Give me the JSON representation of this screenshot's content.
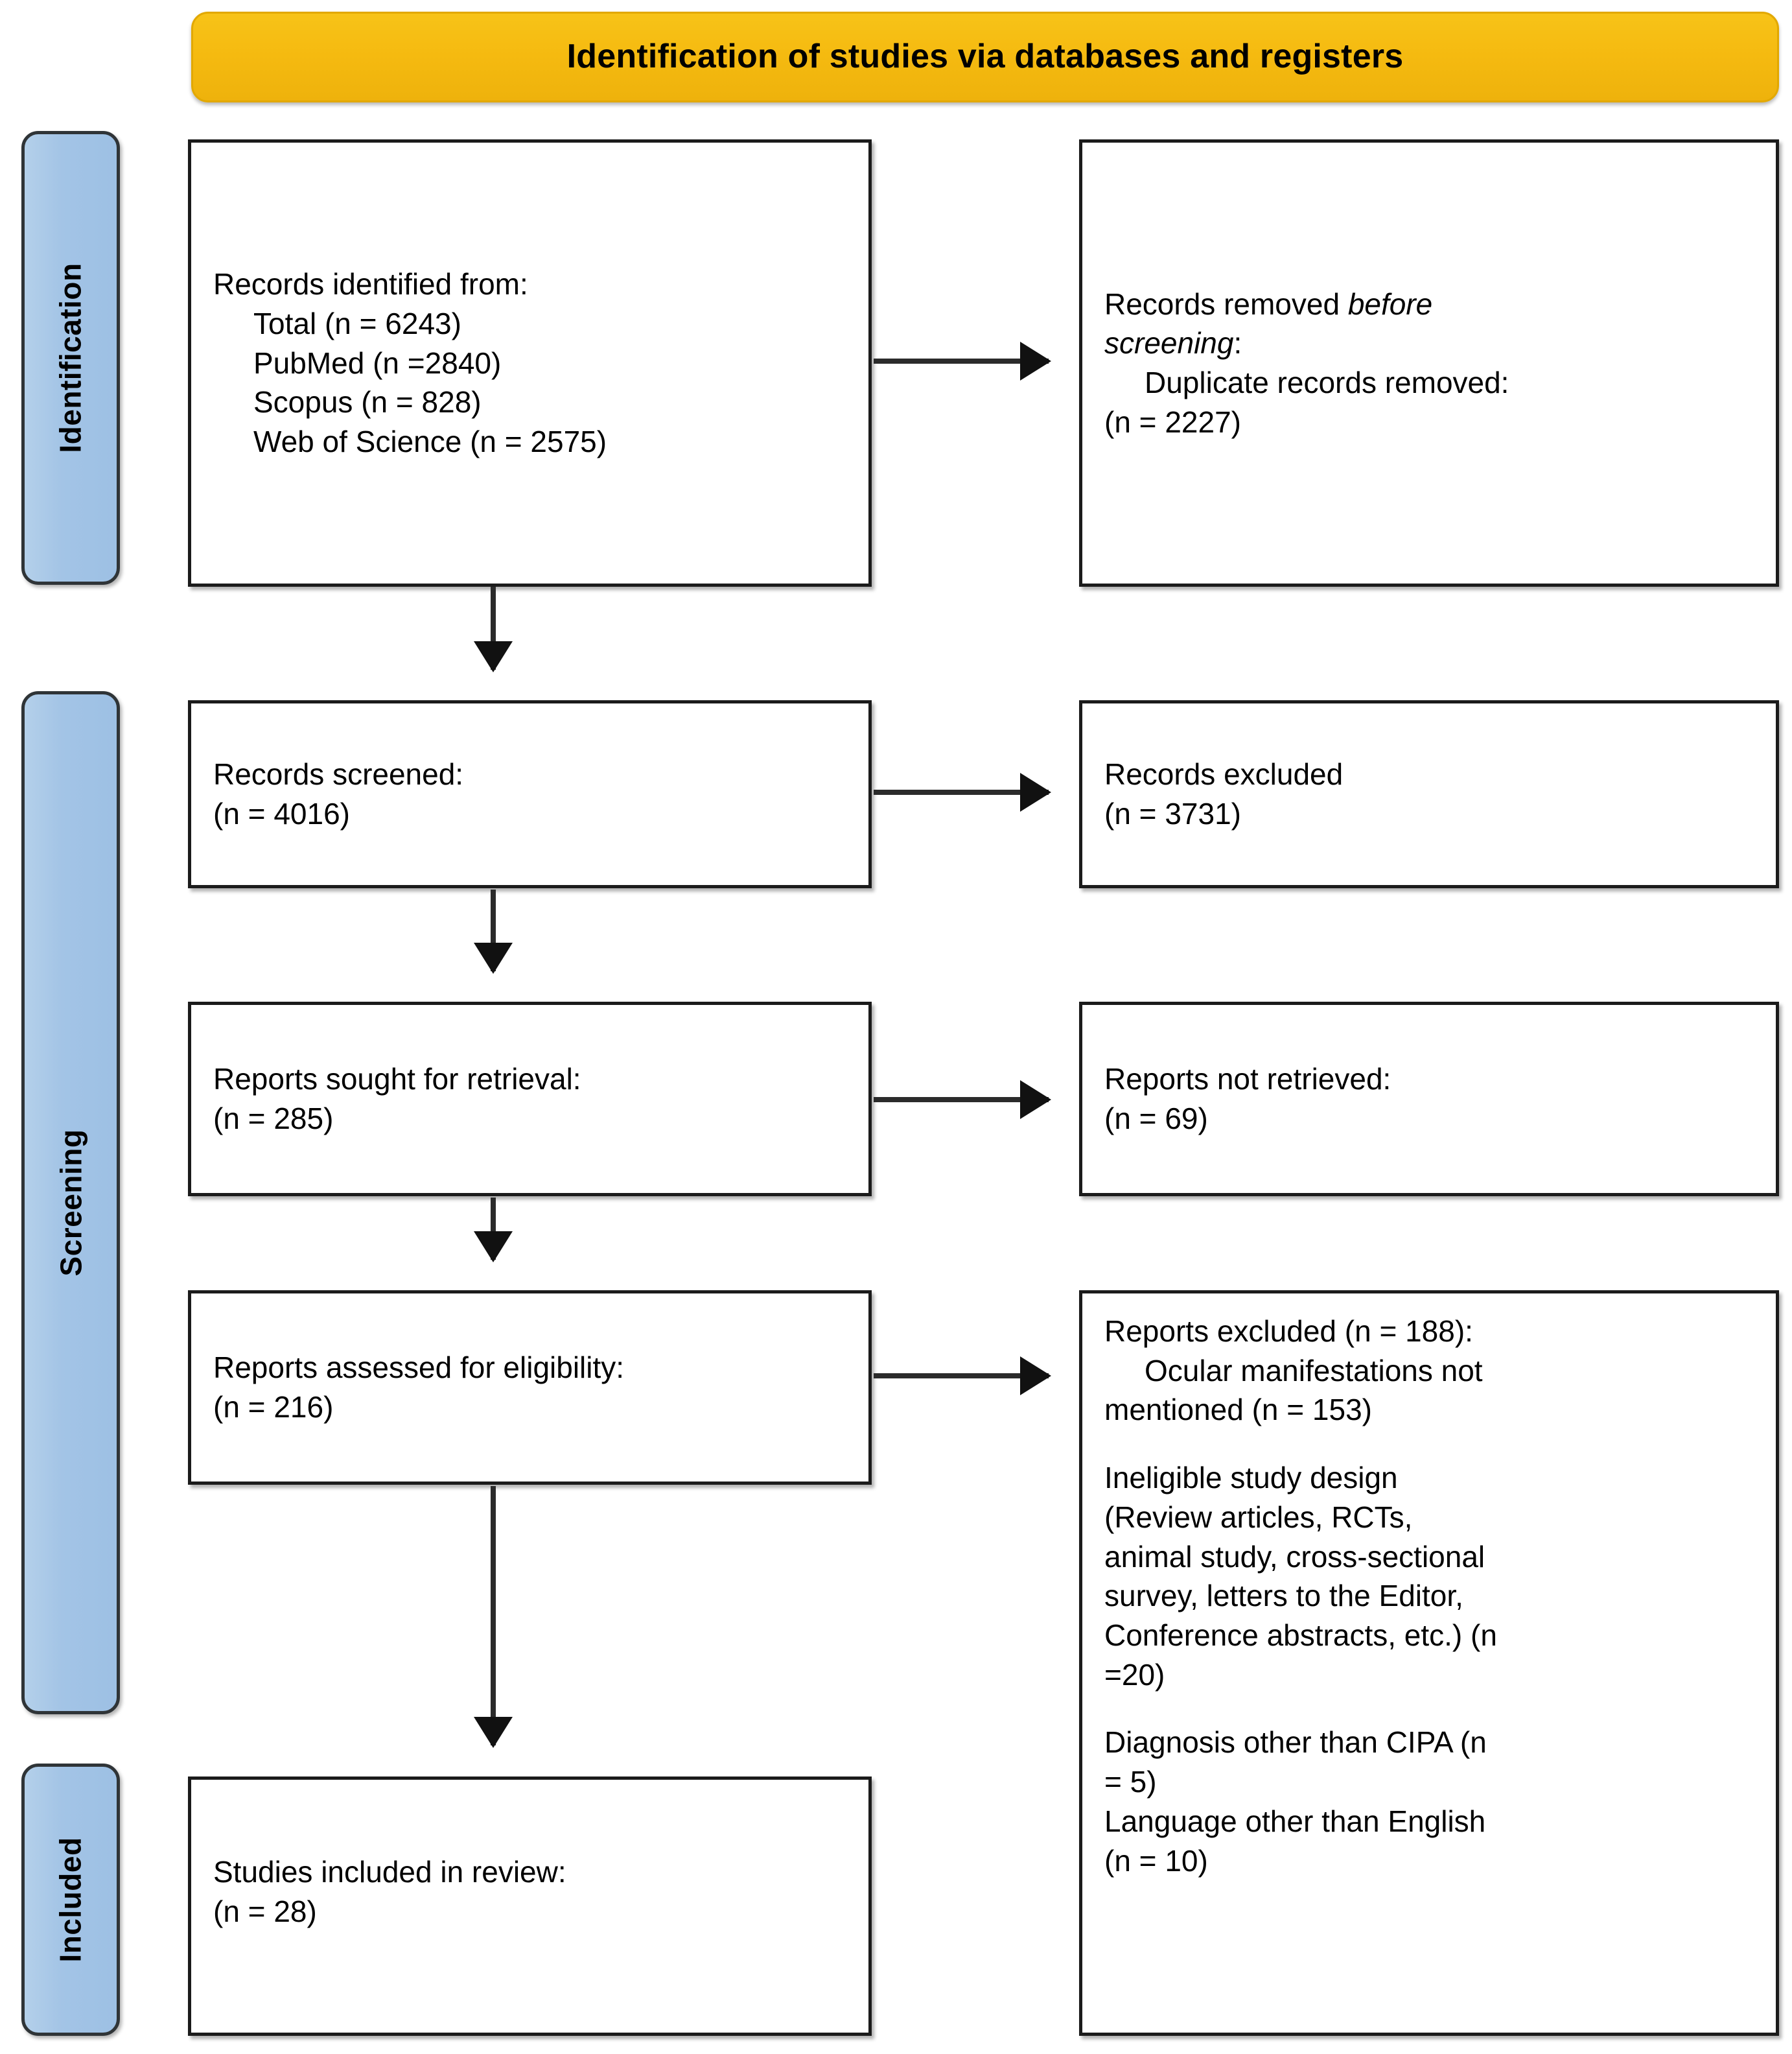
{
  "header": {
    "title": "Identification of studies via databases and registers",
    "color": "#f5ba10"
  },
  "stages": {
    "identification": "Identification",
    "screening": "Screening",
    "included": "Included",
    "color": "#a3c4e6"
  },
  "boxes": {
    "identified": {
      "title": "Records identified from:",
      "items": [
        "Total (n = 6243)",
        "PubMed (n =2840)",
        "Scopus (n = 828)",
        "Web of Science (n = 2575)"
      ]
    },
    "removed": {
      "line1_prefix": "Records removed ",
      "line1_italic": "before",
      "line2_italic": "screening",
      "line2_suffix": ":",
      "item1": "Duplicate records removed:",
      "item2": "(n = 2227)"
    },
    "screened": {
      "title": "Records screened:",
      "count": "(n = 4016)"
    },
    "excluded_screening": {
      "title": "Records excluded",
      "count": "(n = 3731)"
    },
    "sought": {
      "title": "Reports sought for retrieval:",
      "count": "(n = 285)"
    },
    "not_retrieved": {
      "title": "Reports not retrieved:",
      "count": "(n = 69)"
    },
    "eligibility": {
      "title": "Reports assessed for eligibility:",
      "count": "(n = 216)"
    },
    "reports_excluded": {
      "title": "Reports excluded (n = 188):",
      "reason1_line1": "Ocular manifestations not",
      "reason1_line2": "mentioned (n = 153)",
      "reason2_line1": "Ineligible study design",
      "reason2_line2": "(Review articles, RCTs,",
      "reason2_line3": "animal study, cross-sectional",
      "reason2_line4": "survey, letters to the Editor,",
      "reason2_line5": "Conference abstracts, etc.) (n",
      "reason2_line6": "=20)",
      "reason3_line1": "Diagnosis other than CIPA (n",
      "reason3_line2": "= 5)",
      "reason4_line1": "Language other than English",
      "reason4_line2": "(n = 10)"
    },
    "included": {
      "title": "Studies included in review:",
      "count": "(n = 28)"
    }
  },
  "chart_data": {
    "type": "diagram",
    "title": "Identification of studies via databases and registers",
    "flow": [
      {
        "stage": "Identification",
        "node": "Records identified from",
        "n": 6243,
        "breakdown": {
          "PubMed": 2840,
          "Scopus": 828,
          "Web of Science": 2575
        }
      },
      {
        "stage": "Identification",
        "node": "Duplicate records removed before screening",
        "n": 2227
      },
      {
        "stage": "Screening",
        "node": "Records screened",
        "n": 4016
      },
      {
        "stage": "Screening",
        "node": "Records excluded",
        "n": 3731
      },
      {
        "stage": "Screening",
        "node": "Reports sought for retrieval",
        "n": 285
      },
      {
        "stage": "Screening",
        "node": "Reports not retrieved",
        "n": 69
      },
      {
        "stage": "Screening",
        "node": "Reports assessed for eligibility",
        "n": 216
      },
      {
        "stage": "Screening",
        "node": "Reports excluded",
        "n": 188,
        "breakdown": {
          "Ocular manifestations not mentioned": 153,
          "Ineligible study design": 20,
          "Diagnosis other than CIPA": 5,
          "Language other than English": 10
        }
      },
      {
        "stage": "Included",
        "node": "Studies included in review",
        "n": 28
      }
    ]
  }
}
